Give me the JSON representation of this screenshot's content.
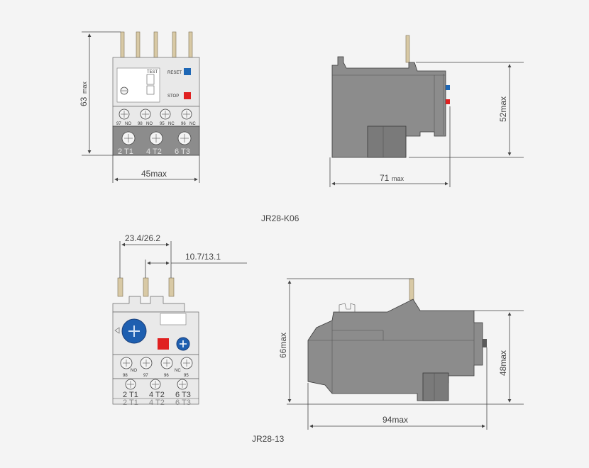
{
  "colors": {
    "reset": "#1e67b5",
    "stop": "#e02020",
    "body": "#8c8c8c",
    "knob": "#1e5fb0"
  },
  "k06": {
    "model": "JR28-K06",
    "dim_height": "63",
    "dim_height_unit": "max",
    "dim_width": "45max",
    "dim_side_height": "52max",
    "dim_side_width": "71",
    "dim_side_width_unit": "max",
    "reset_label": "RESET",
    "stop_label": "STOP",
    "test_label": "TEST",
    "aux_labels": [
      "97",
      "NO",
      "98",
      "NO",
      "95",
      "NC",
      "96",
      "NC"
    ],
    "terminals": [
      "2 T1",
      "4 T2",
      "6 T3"
    ]
  },
  "k13": {
    "model": "JR28-13",
    "dim_pitch": "23.4/26.2",
    "dim_offset": "10.7/13.1",
    "dim_side_height": "66max",
    "dim_side_height2": "48max",
    "dim_side_width": "94max",
    "aux_labels": [
      "98",
      "NO",
      "97",
      "96",
      "NC",
      "95"
    ],
    "terminals": [
      "2 T1",
      "4 T2",
      "6 T3"
    ],
    "terminals_lower": [
      "2 T1",
      "4 T2",
      "6 T3"
    ]
  }
}
